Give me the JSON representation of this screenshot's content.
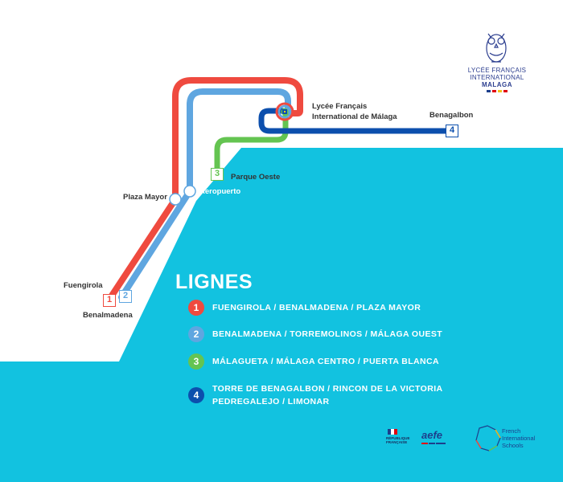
{
  "colors": {
    "sea": "#12c2e0",
    "land": "#ffffff",
    "line1": "#ef4a3f",
    "line2": "#5fa6e0",
    "line3": "#64c451",
    "line4": "#0c4fad",
    "brand": "#2c3e8f"
  },
  "logo": {
    "line1": "LYCÉE FRANÇAIS",
    "line2": "INTERNATIONAL",
    "city": "MALAGA",
    "icon": "owl-icon"
  },
  "stops": {
    "fuengirola": "Fuengirola",
    "benalmadena": "Benalmadena",
    "plaza_mayor": "Plaza Mayor",
    "aeropuerto": "Aeropuerto",
    "parque_oeste": "Parque Oeste",
    "lycee_line1": "Lycée Français",
    "lycee_line2": "International de Málaga",
    "benagalbon": "Benagalbon"
  },
  "line_numbers": {
    "l1": "1",
    "l2": "2",
    "l3": "3",
    "l4": "4"
  },
  "legend": {
    "title": "LIGNES",
    "items": [
      {
        "num": "1",
        "text": "FUENGIROLA / BENALMADENA / PLAZA MAYOR",
        "color": "#ef4a3f"
      },
      {
        "num": "2",
        "text": "BENALMADENA / TORREMOLINOS / MÁLAGA OUEST",
        "color": "#5fa6e0"
      },
      {
        "num": "3",
        "text": "MÁLAGUETA / MÁLAGA CENTRO / PUERTA BLANCA",
        "color": "#64c451"
      },
      {
        "num": "4",
        "text": "TORRE DE BENAGALBON / RINCON DE LA VICTORIA",
        "text2": "PEDREGALEJO / LIMONAR",
        "color": "#0c4fad"
      }
    ]
  },
  "footer": {
    "republique": "RÉPUBLIQUE FRANÇAISE",
    "aefe": "aefe",
    "fis_line1": "French",
    "fis_line2": "International",
    "fis_line3": "Schools"
  }
}
